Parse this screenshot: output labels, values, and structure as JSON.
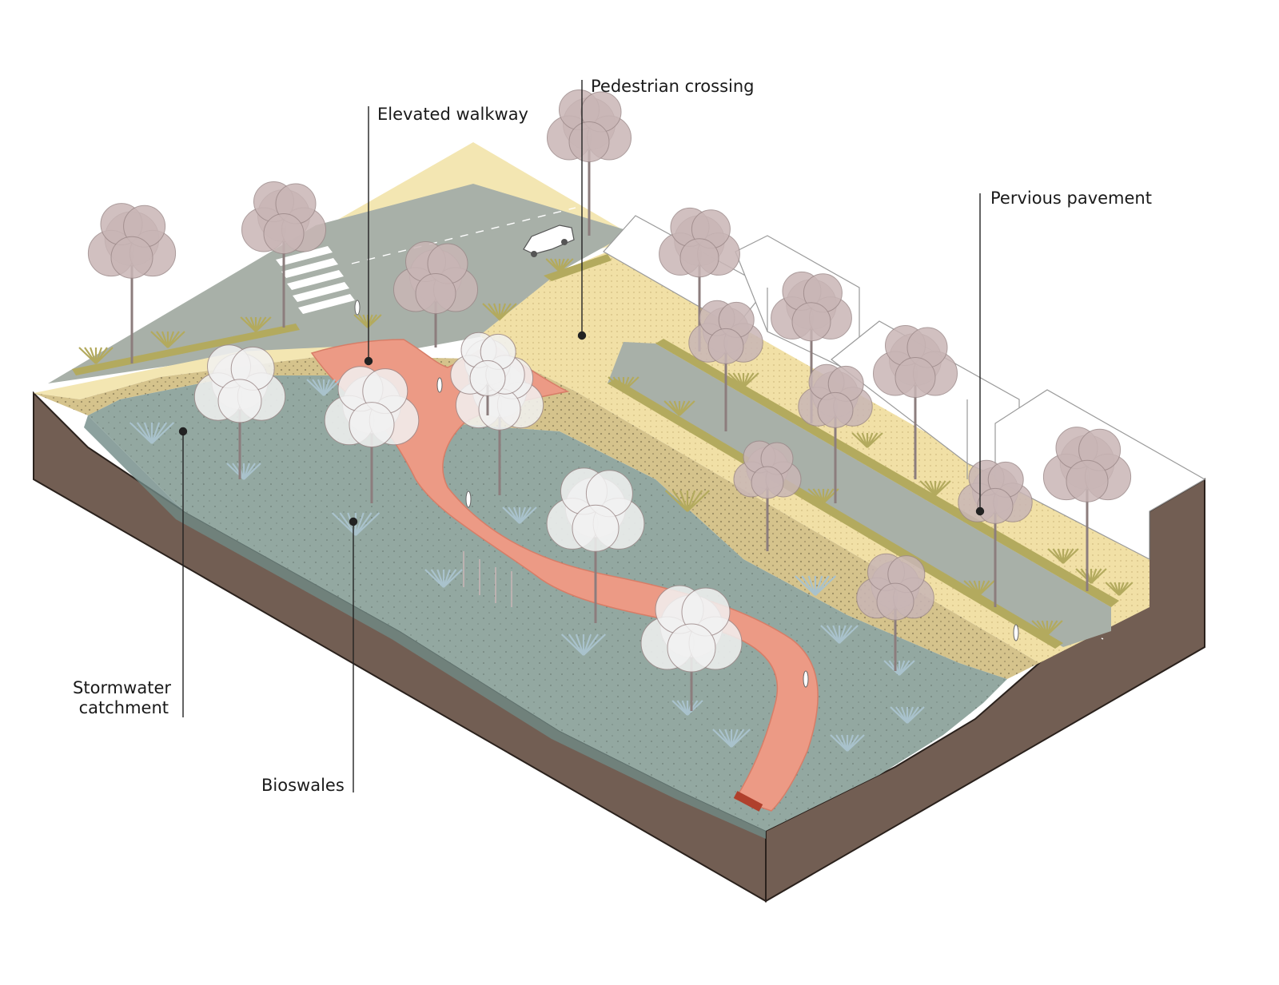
{
  "labels": {
    "pedestrian_crossing": "Pedestrian crossing",
    "elevated_walkway": "Elevated walkway",
    "pervious_pavement": "Pervious pavement",
    "stormwater_line1": "Stormwater",
    "stormwater_line2": "catchment",
    "bioswales": "Bioswales"
  },
  "colors": {
    "soil": "#725e53",
    "water": "#93a8a1",
    "walkway": "#ec9a85",
    "pavement": "#f3e6b2",
    "road": "#a8b0a8",
    "planting_strip": "#b3aa5e",
    "embankment": "#d5c38c",
    "building": "#ffffff",
    "tree": "#c9b6b6"
  }
}
